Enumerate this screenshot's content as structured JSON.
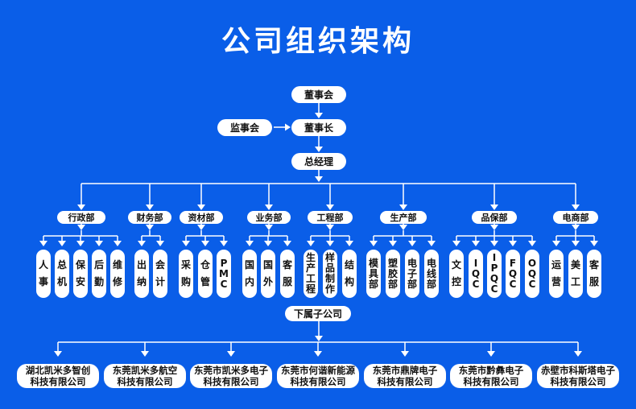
{
  "title": "公司组织架构",
  "colors": {
    "background": "#0a5ee8",
    "node": "#ffffff",
    "line": "#ffffff",
    "text": "#111111"
  },
  "top": {
    "board": "董事会",
    "supervisors": "监事会",
    "chairman": "董事长",
    "gm": "总经理"
  },
  "departments": [
    {
      "name": "行政部",
      "units": [
        "人事",
        "总机",
        "保安",
        "后勤",
        "维修"
      ]
    },
    {
      "name": "财务部",
      "units": [
        "出纳",
        "会计"
      ]
    },
    {
      "name": "资材部",
      "units": [
        "采购",
        "仓管",
        "PMC"
      ]
    },
    {
      "name": "业务部",
      "units": [
        "国内",
        "国外",
        "客服"
      ]
    },
    {
      "name": "工程部",
      "units": [
        "生产工程",
        "样品制作",
        "结构"
      ]
    },
    {
      "name": "生产部",
      "units": [
        "模具部",
        "塑胶部",
        "电子部",
        "电线部"
      ]
    },
    {
      "name": "品保部",
      "units": [
        "文控",
        "IQC",
        "IPQC",
        "FQC",
        "OQC"
      ]
    },
    {
      "name": "电商部",
      "units": [
        "运营",
        "美工",
        "客服"
      ]
    }
  ],
  "subsidiaries_label": "下属子公司",
  "subsidiaries": [
    {
      "line1": "湖北凯米多智创",
      "line2": "科技有限公司"
    },
    {
      "line1": "东莞凯米多航空",
      "line2": "科技有限公司"
    },
    {
      "line1": "东莞市凯米多电子",
      "line2": "科技有限公司"
    },
    {
      "line1": "东莞市何谐新能源",
      "line2": "科技有限公司"
    },
    {
      "line1": "东莞市鼎牌电子",
      "line2": "科技有限公司"
    },
    {
      "line1": "东莞市黔彝电子",
      "line2": "科技有限公司"
    },
    {
      "line1": "赤壁市科斯塔电子",
      "line2": "科技有限公司"
    }
  ]
}
